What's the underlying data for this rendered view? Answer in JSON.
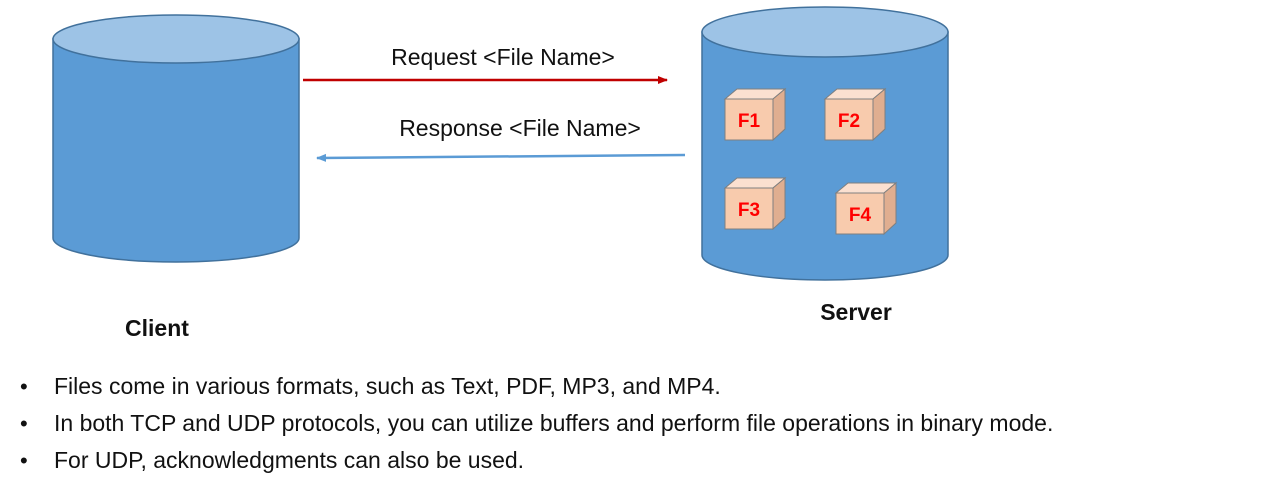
{
  "colors": {
    "cylinder_fill": "#5b9bd5",
    "cylinder_top": "#9dc3e6",
    "cylinder_stroke": "#41719c",
    "request_arrow": "#c00000",
    "response_arrow": "#5b9bd5",
    "file_box_fill": "#f8cbad",
    "file_label": "#ff0000"
  },
  "client": {
    "label": "Client"
  },
  "server": {
    "label": "Server",
    "files": [
      "F1",
      "F2",
      "F3",
      "F4"
    ]
  },
  "arrows": {
    "request_label": "Request <File Name>",
    "response_label": "Response <File Name>"
  },
  "notes": {
    "bullet_glyph": "•",
    "items": [
      "Files come in various formats, such as Text, PDF, MP3, and MP4.",
      "In both TCP and UDP protocols, you can utilize buffers and perform file operations in binary mode.",
      "For UDP, acknowledgments can also be used."
    ]
  }
}
